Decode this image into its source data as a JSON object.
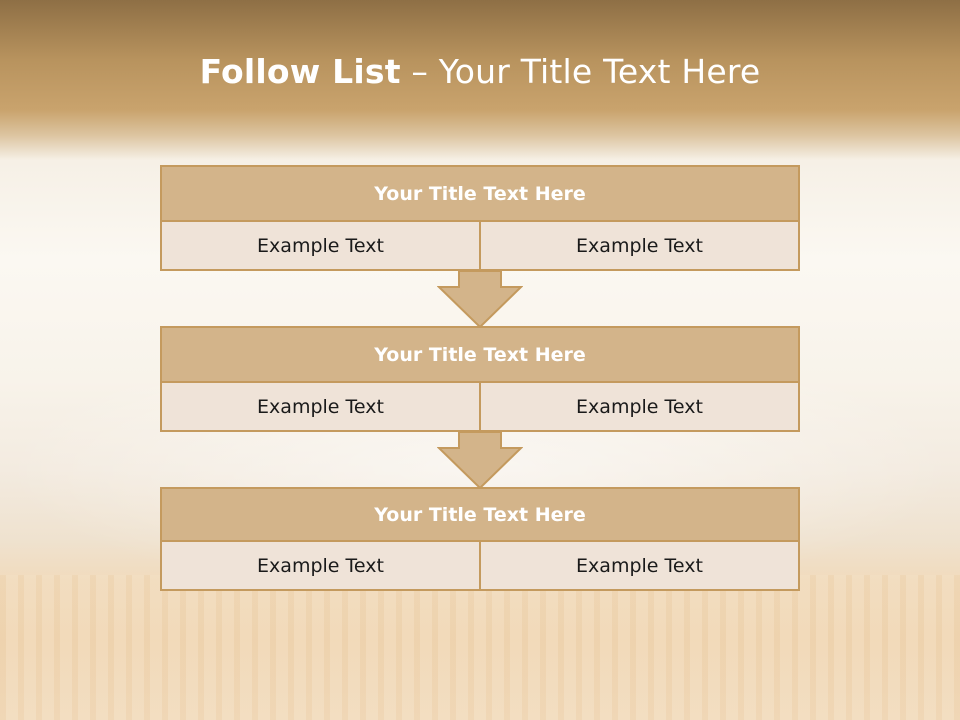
{
  "slide": {
    "title_bold": "Follow List",
    "title_rest": " – Your Title Text Here"
  },
  "blocks": [
    {
      "title": "Your Title Text Here",
      "left": "Example Text",
      "right": "Example Text"
    },
    {
      "title": "Your Title Text Here",
      "left": "Example Text",
      "right": "Example Text"
    },
    {
      "title": "Your Title Text Here",
      "left": "Example Text",
      "right": "Example Text"
    }
  ],
  "colors": {
    "title_fill": "#d3b48a",
    "cell_fill": "#efe3d8",
    "border": "#c49a5e",
    "arrow_fill": "#d3b48a"
  }
}
